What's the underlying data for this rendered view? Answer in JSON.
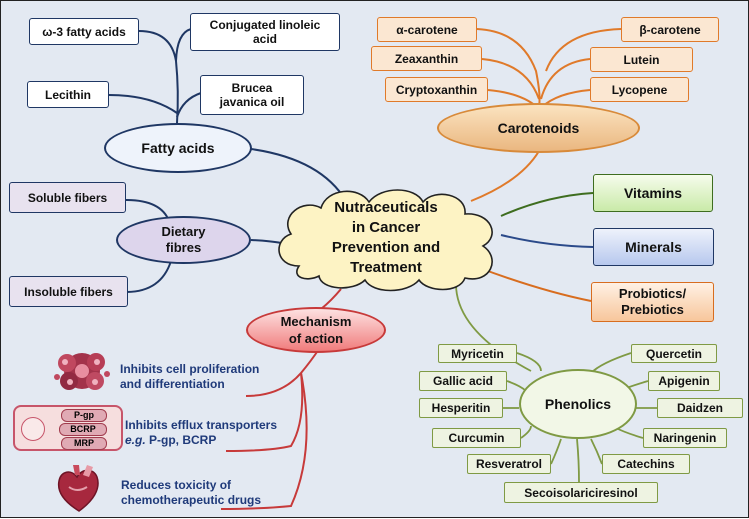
{
  "center": {
    "line1": "Nutraceuticals",
    "line2": "in Cancer",
    "line3": "Prevention and",
    "line4": "Treatment"
  },
  "fatty_acids": {
    "hub": "Fatty acids",
    "items": [
      "ω-3 fatty acids",
      "Conjugated linoleic acid",
      "Lecithin",
      "Brucea javanica oil"
    ]
  },
  "carotenoids": {
    "hub": "Carotenoids",
    "items": [
      "α-carotene",
      "β-carotene",
      "Zeaxanthin",
      "Lutein",
      "Cryptoxanthin",
      "Lycopene"
    ]
  },
  "dietary_fibres": {
    "hub": "Dietary fibres",
    "items": [
      "Soluble fibers",
      "Insoluble fibers"
    ]
  },
  "vitamins": "Vitamins",
  "minerals": "Minerals",
  "probiotics": "Probiotics/ Prebiotics",
  "phenolics": {
    "hub": "Phenolics",
    "items": [
      "Myricetin",
      "Quercetin",
      "Gallic acid",
      "Apigenin",
      "Hesperitin",
      "Daidzen",
      "Curcumin",
      "Naringenin",
      "Resveratrol",
      "Catechins",
      "Secoisolariciresinol"
    ]
  },
  "mechanism": {
    "hub": "Mechanism of action",
    "items": [
      {
        "line1": "Inhibits cell proliferation",
        "line2": "and differentiation"
      },
      {
        "line1": "Inhibits efflux transporters",
        "line2_em": "e.g.",
        "line2": " P-gp, BCRP"
      },
      {
        "line1": "Reduces toxicity of",
        "line2": "chemotherapeutic drugs"
      }
    ],
    "cell_labels": [
      "P-gp",
      "BCRP",
      "MRP"
    ]
  },
  "colors": {
    "fatty": "#1f3764",
    "carotenoid": "#e07a2a",
    "phenolic": "#7f9a44",
    "vitamin": "#3e6d1f",
    "mineral": "#2b4a8a",
    "mechanism": "#c73a3a",
    "text_blue": "#1f3a7a"
  }
}
